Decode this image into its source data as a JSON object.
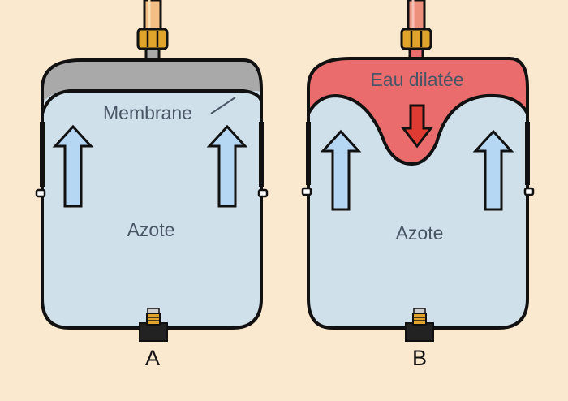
{
  "tanks": [
    {
      "id": "A",
      "caption": "A",
      "membrane_label": "Membrane",
      "gas_label": "Azote"
    },
    {
      "id": "B",
      "caption": "B",
      "water_label": "Eau dilatée",
      "gas_label": "Azote"
    }
  ],
  "colors": {
    "background": "#fbe9cf",
    "nitrogen": "#cfe0ea",
    "membrane_rest": "#a9a9a9",
    "expanded_water": "#ea6c6c",
    "pipe_a": "#f3bf86",
    "pipe_b": "#ec8f7b",
    "fitting": "#e0a32c",
    "arrow_up": "#b6d7f4",
    "arrow_down": "#e03b32",
    "outline": "#111111"
  },
  "icons": {
    "up_arrow": "up-arrow-icon",
    "down_arrow": "down-arrow-icon"
  }
}
